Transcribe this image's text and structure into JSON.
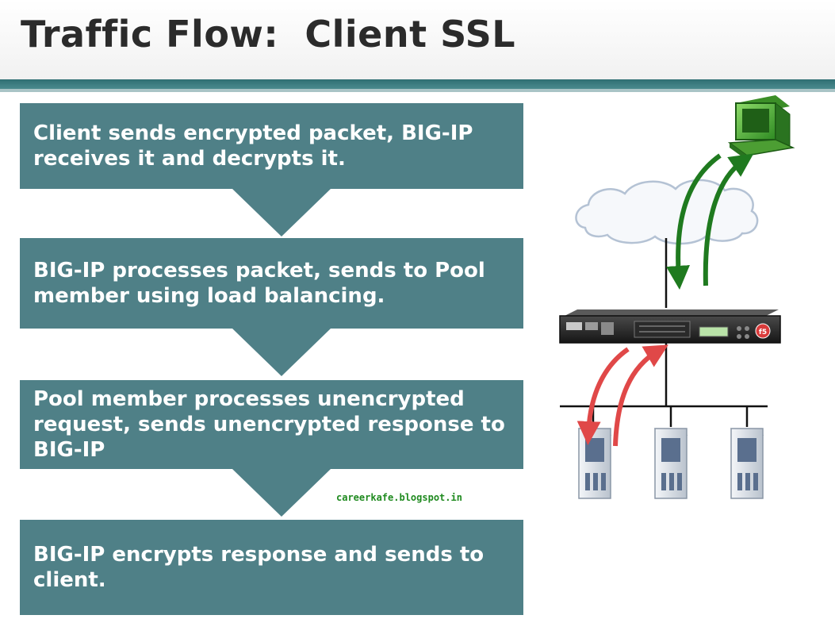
{
  "title": "Traffic Flow:  Client SSL",
  "steps": [
    {
      "text": "Client sends encrypted packet, BIG-IP receives it and decrypts it."
    },
    {
      "text": "BIG-IP processes packet, sends to Pool member using load balancing."
    },
    {
      "text": "Pool member processes unencrypted request, sends unencrypted response to BIG-IP"
    },
    {
      "text": "BIG-IP encrypts response and sends to client."
    }
  ],
  "watermark": "careerkafe.blogspot.in",
  "diagram": {
    "nodes": [
      "client-computer-icon",
      "internet-cloud-icon",
      "big-ip-appliance-icon",
      "server-icon",
      "server-icon",
      "server-icon"
    ],
    "client_flow_color": "#1f7a1f",
    "server_flow_color": "#e04848",
    "device_logo": "f5"
  },
  "colors": {
    "step_background": "#4f8087",
    "title_text": "#2b2b2b",
    "header_rule": "#2f6f73"
  }
}
